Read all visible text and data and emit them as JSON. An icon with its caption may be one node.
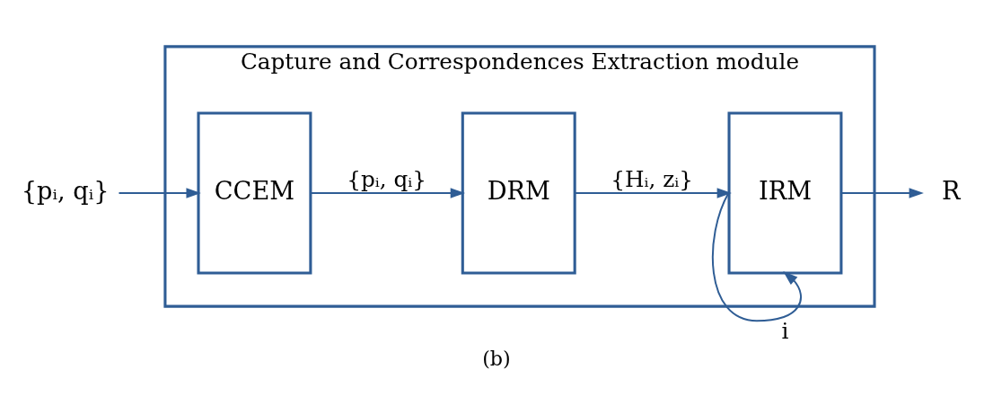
{
  "diagram": {
    "caption": "(b)",
    "nodes": [
      {
        "text": [
          "Capture and Correspondences Extraction module"
        ]
      },
      {
        "text": [
          "CCEM"
        ],
        "in": 0
      },
      {
        "text": [
          "DRM"
        ],
        "in": 0
      },
      {
        "text": [
          "IRM"
        ],
        "in": 0
      },
      {
        "text": [
          "{pᵢ, qᵢ}"
        ]
      },
      {
        "text": [
          "R"
        ]
      }
    ],
    "edges": [
      {
        "from": 4,
        "to": 1,
        "arrow": "to"
      },
      {
        "from": 1,
        "to": 2,
        "arrow": "to",
        "label": "{pᵢ, qᵢ}"
      },
      {
        "from": 2,
        "to": 3,
        "arrow": "to",
        "label": "{Hᵢ, zᵢ}"
      },
      {
        "from": 3,
        "to": 3,
        "arrow": "to",
        "label": "i"
      },
      {
        "from": 3,
        "to": 5,
        "arrow": "to"
      }
    ]
  }
}
